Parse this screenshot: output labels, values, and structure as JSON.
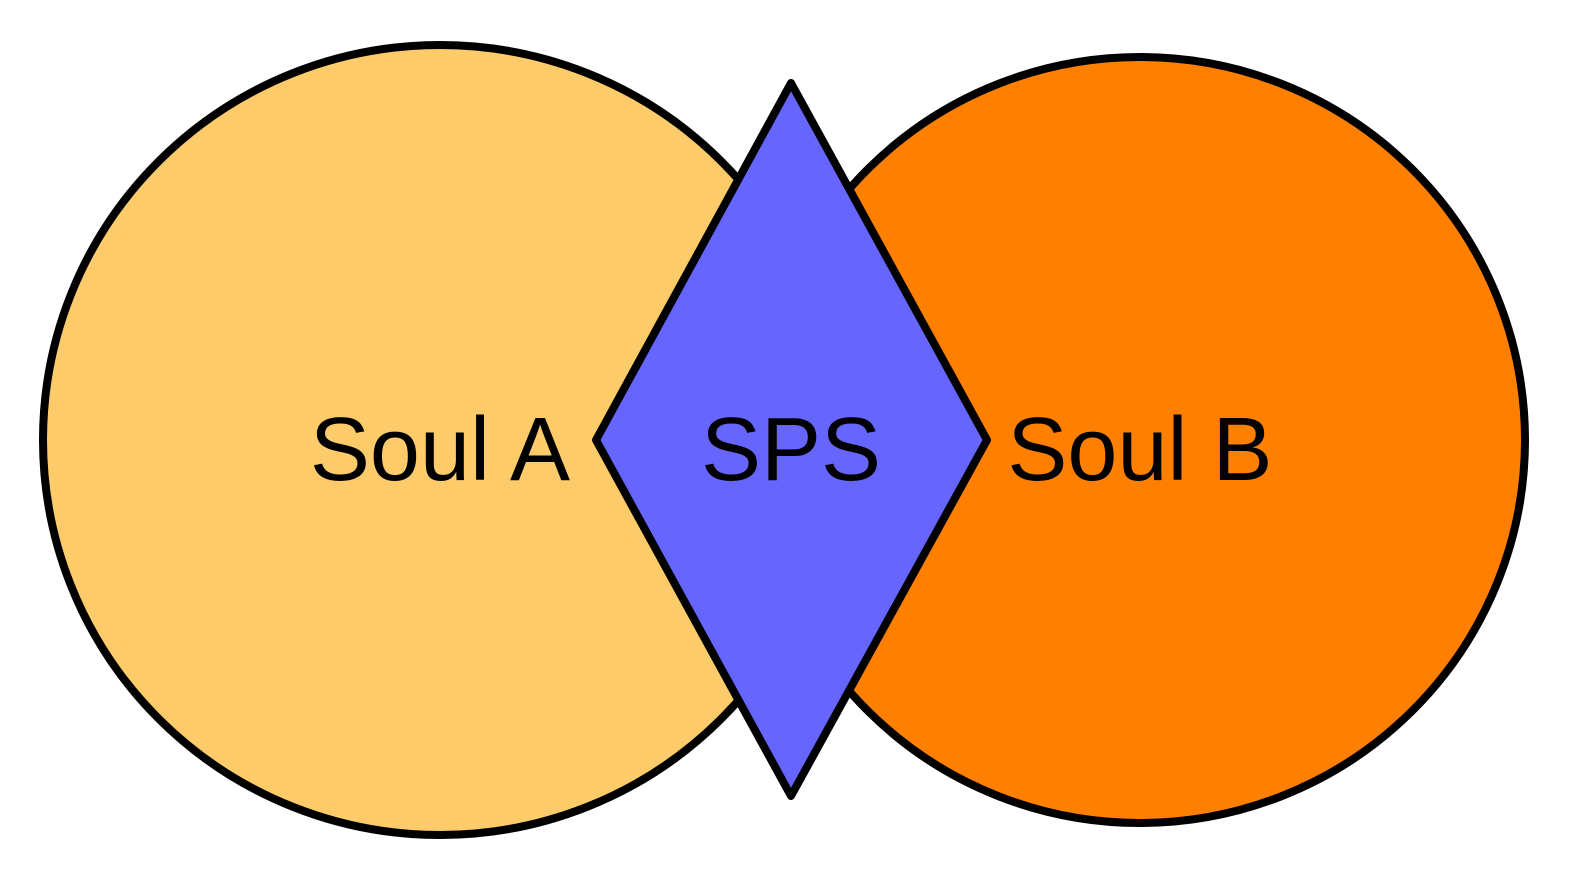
{
  "diagram": {
    "nodes": {
      "soul_a": {
        "label": "Soul A",
        "shape": "circle",
        "fill": "#FDCB69"
      },
      "soul_b": {
        "label": "Soul B",
        "shape": "circle",
        "fill": "#FF8000"
      },
      "sps": {
        "label": "SPS",
        "shape": "diamond",
        "fill": "#6666FF"
      }
    },
    "stroke_color": "#000000"
  }
}
